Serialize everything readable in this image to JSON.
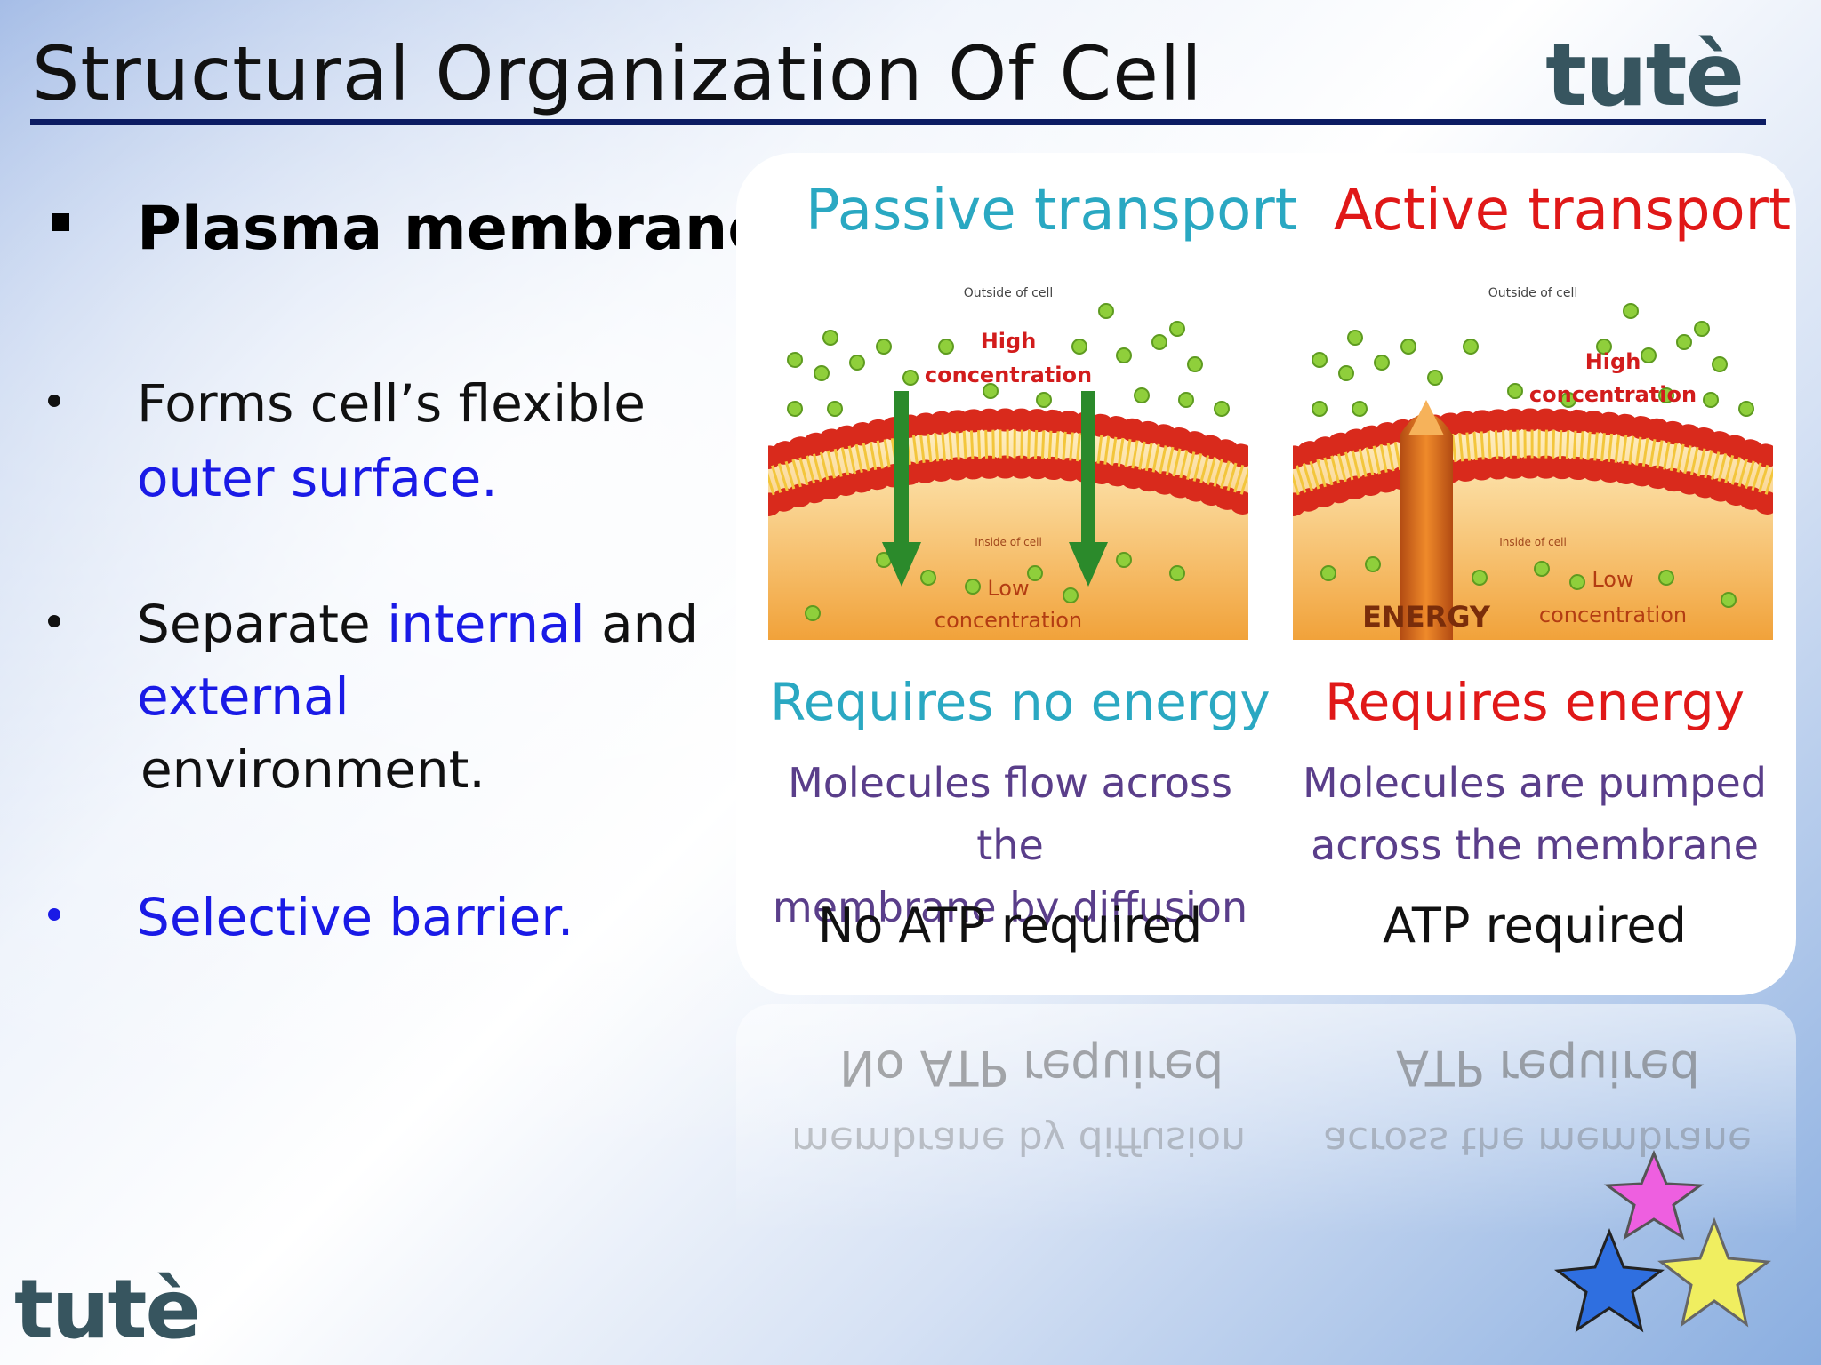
{
  "slide": {
    "title": "Structural Organization Of Cell",
    "logo": "tutè",
    "heading": "Plasma membrane",
    "bullets": {
      "b1_line1": "Forms cell’s flexible",
      "b1_line2": "outer surface.",
      "b2_part1": "Separate ",
      "b2_part2": "internal",
      "b2_part3": " and",
      "b2_line2": "external",
      "b2_line3": "environment.",
      "b3": "Selective barrier."
    }
  },
  "figure": {
    "passive": {
      "title": "Passive transport",
      "outside": "Outside of cell",
      "high": "High",
      "high2": "concentration",
      "inside": "Inside of cell",
      "low": "Low",
      "low2": "concentration",
      "energy_note": "Requires no energy",
      "desc_line1": "Molecules flow across the",
      "desc_line2": "membrane by diffusion",
      "atp": "No ATP required"
    },
    "active": {
      "title": "Active transport",
      "outside": "Outside of cell",
      "high": "High",
      "high2": "concentration",
      "inside": "Inside of cell",
      "low": "Low",
      "low2": "concentration",
      "energy_label": "ENERGY",
      "energy_note": "Requires energy",
      "desc_line1": "Molecules are pumped",
      "desc_line2": "across the membrane",
      "atp": "ATP required"
    }
  },
  "colors": {
    "title_rule": "#0c1c63",
    "accent_blue": "#1a1ae6",
    "passive_teal": "#2aa8c2",
    "active_red": "#e01818",
    "logo": "#37555f"
  },
  "decorations": [
    "pink-star-icon",
    "blue-star-icon",
    "yellow-star-icon"
  ]
}
